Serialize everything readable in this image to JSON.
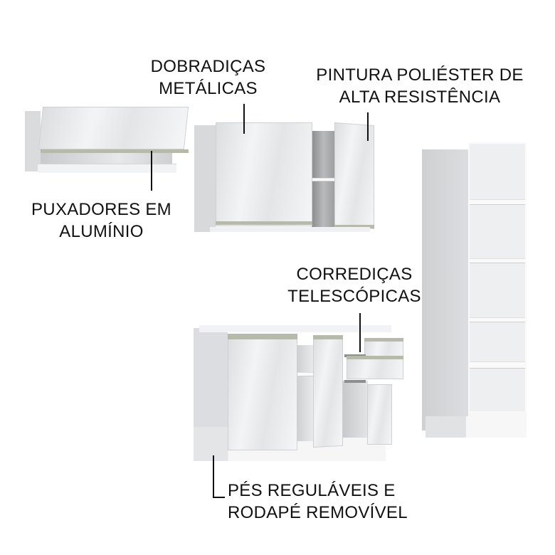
{
  "labels": {
    "hinges": {
      "line1": "DOBRADIÇAS",
      "line2": "METÁLICAS"
    },
    "paint": {
      "line1": "PINTURA POLIÉSTER DE",
      "line2": "ALTA RESISTÊNCIA"
    },
    "handles": {
      "line1": "PUXADORES EM",
      "line2": "ALUMÍNIO"
    },
    "slides": {
      "line1": "CORREDIÇAS",
      "line2": "TELESCÓPICAS"
    },
    "feet": {
      "line1": "PÉS REGULÁVEIS E",
      "line2": "RODAPÉ REMOVÍVEL"
    }
  },
  "colors": {
    "background": "#ffffff",
    "cabinet_white": "#eeeff0",
    "handle_aluminum": "#b7b9ab",
    "text": "#111111"
  }
}
